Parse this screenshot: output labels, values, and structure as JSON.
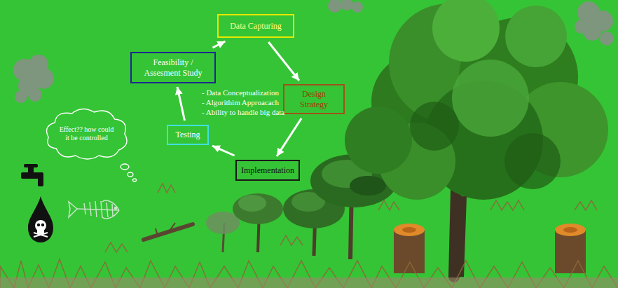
{
  "diagram": {
    "nodes": [
      {
        "text": [
          "Feasibility / Assesment Study"
        ]
      },
      {
        "text": [
          "Data Capturing"
        ]
      },
      {
        "text": [
          "Design Strategy"
        ]
      },
      {
        "text": [
          "Implementation"
        ]
      },
      {
        "text": [
          "Testing"
        ]
      },
      {
        "text": [
          "Effect?? how could it be controlled"
        ]
      }
    ],
    "edges": [
      {
        "from": 0,
        "to": 1,
        "arrow": "to"
      },
      {
        "from": 1,
        "to": 2,
        "arrow": "to"
      },
      {
        "from": 2,
        "to": 3,
        "arrow": "to"
      },
      {
        "from": 3,
        "to": 4,
        "arrow": "to"
      },
      {
        "from": 4,
        "to": 0,
        "arrow": "to"
      }
    ],
    "labels": [
      "- Data Conceptualization",
      "- Algorithim Approacach",
      "- Ability to handle big data"
    ]
  }
}
